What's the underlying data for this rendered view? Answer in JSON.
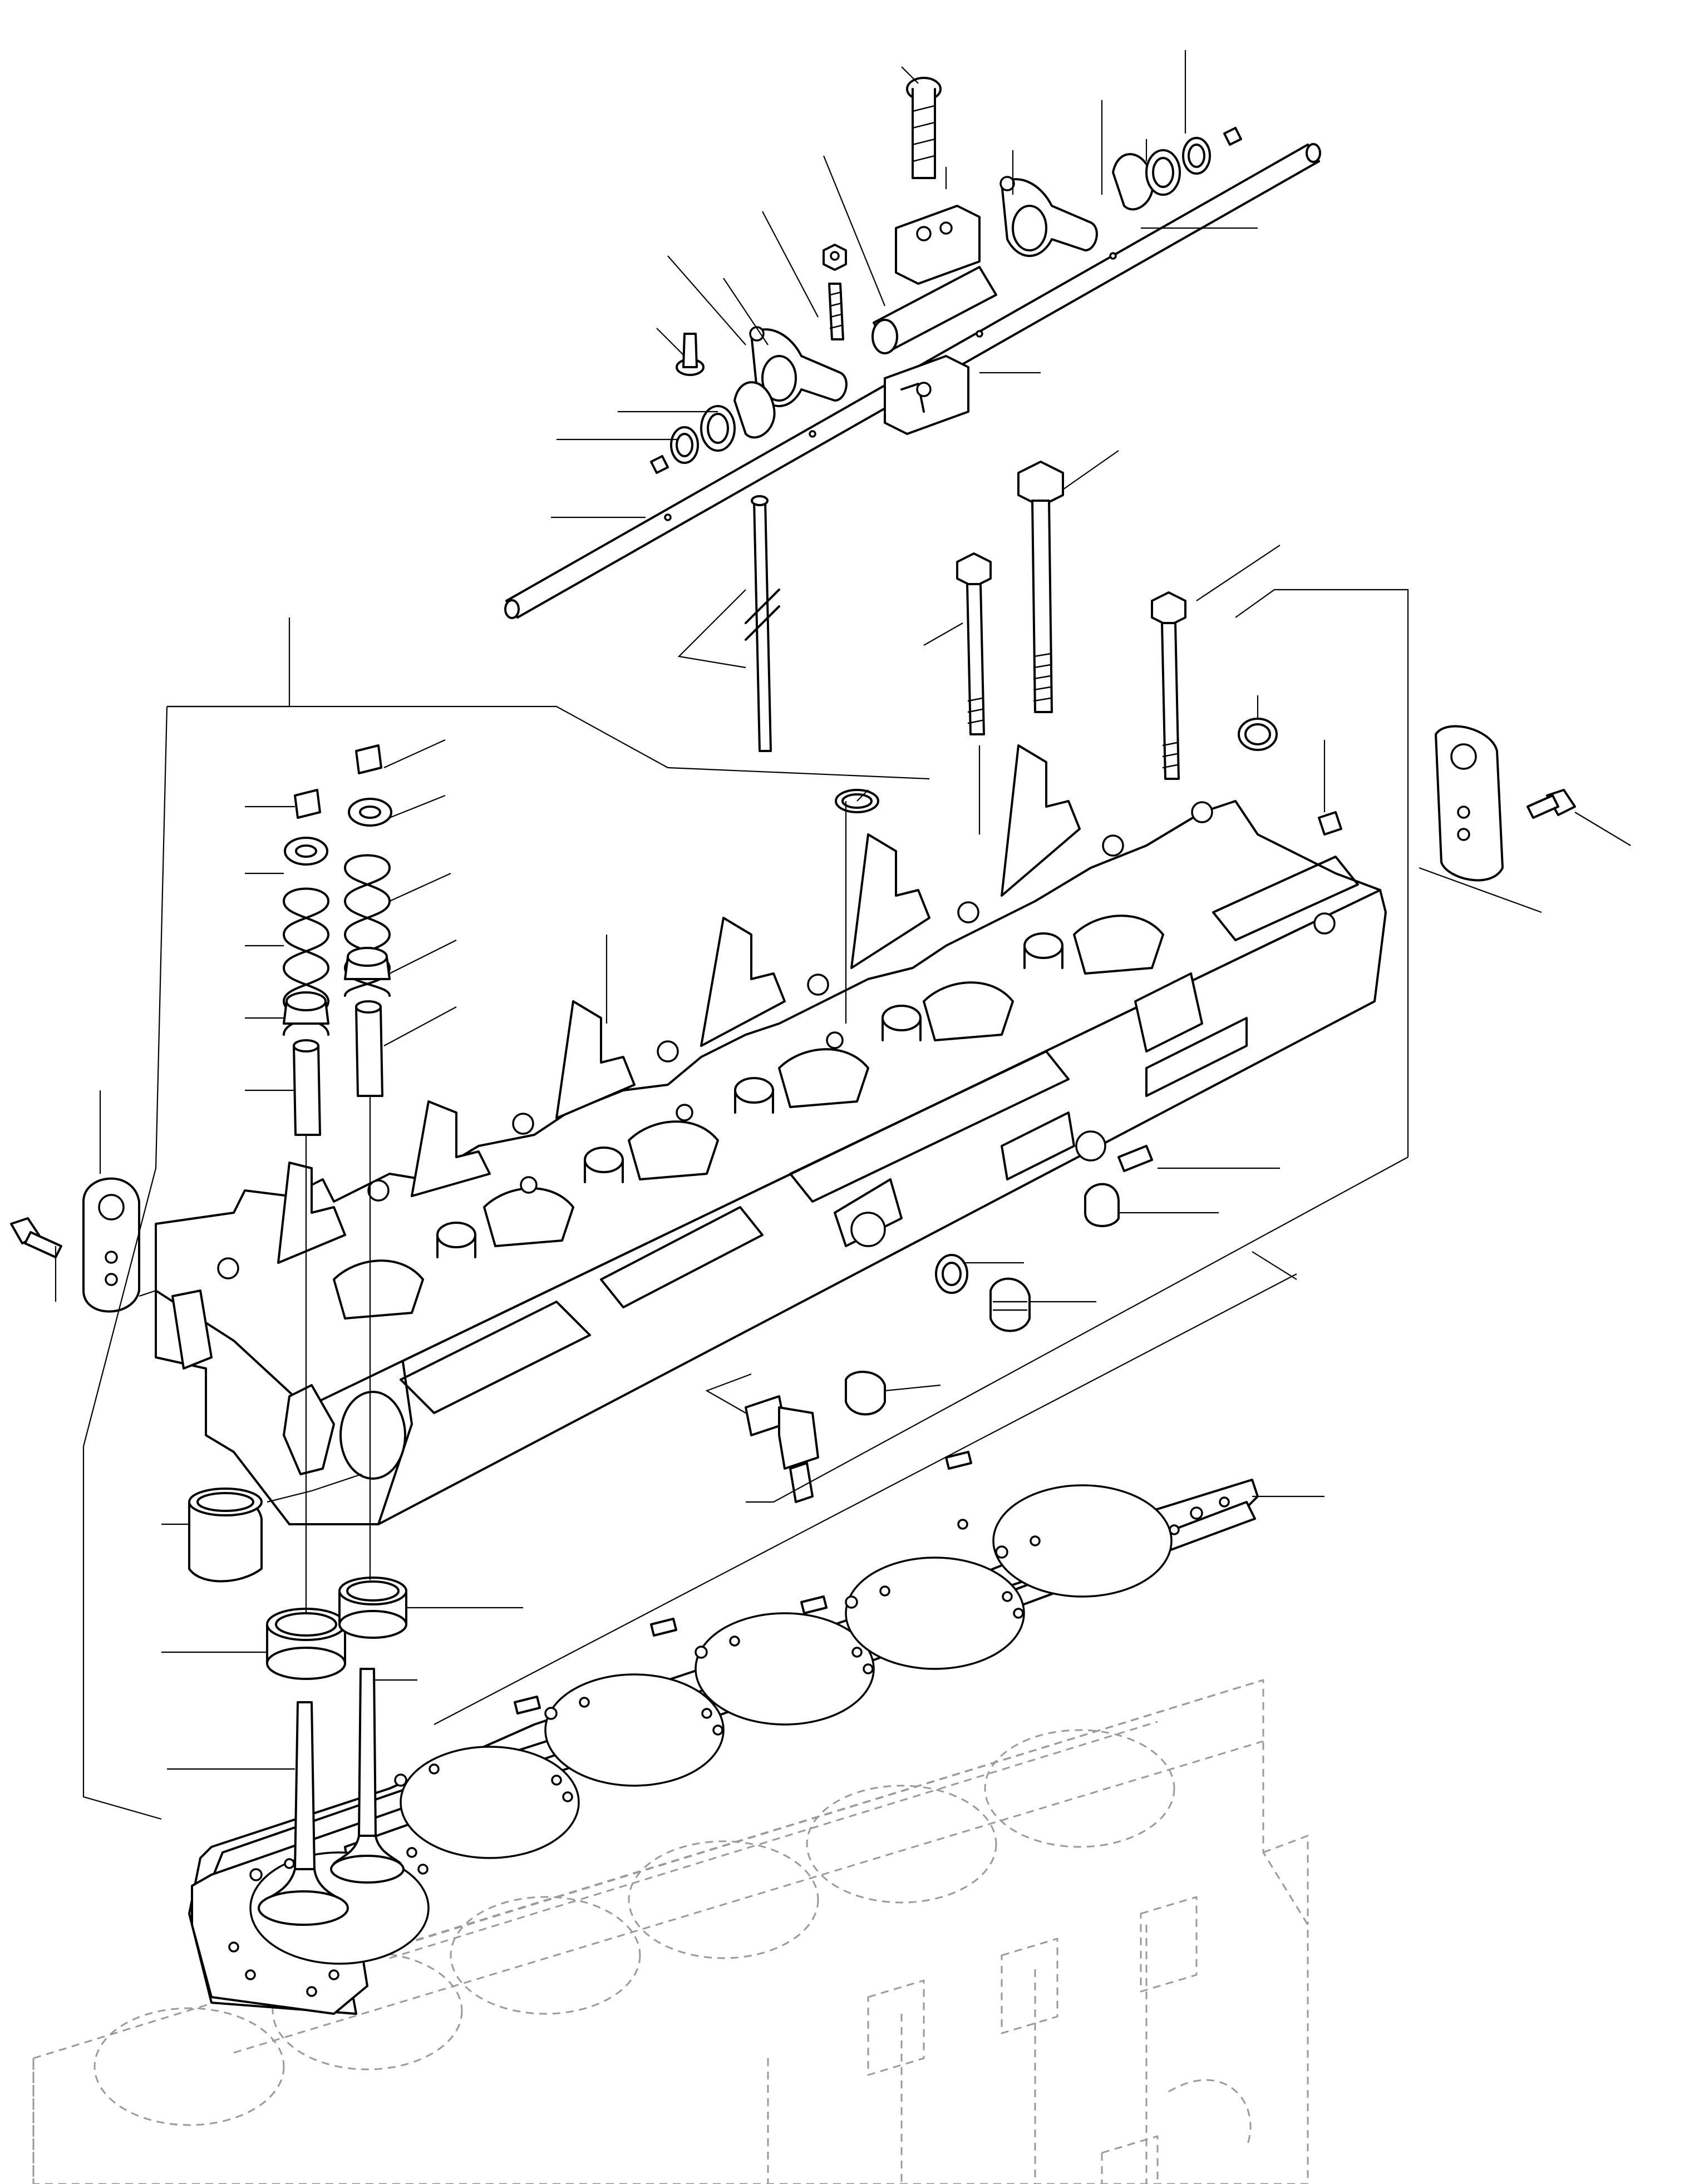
{
  "diagram": {
    "parts": [
      "rocker-shaft-bolt",
      "rocker-shaft-bracket-rear",
      "rocker-shaft-bracket-front",
      "rocker-arm-exhaust",
      "rocker-arm-intake",
      "spacer-spring",
      "washer",
      "snap-ring",
      "plug",
      "rocker-shaft",
      "adjusting-screw",
      "lock-nut",
      "push-rod",
      "cylinder-head-bolt-long",
      "cylinder-head-bolt-short",
      "cylinder-head",
      "valve-stem-seal",
      "valve-spring-retainer",
      "valve-spring",
      "valve-spring-seat",
      "valve-guide",
      "valve-collet",
      "injector-sleeve",
      "expansion-plug",
      "lifting-eye-front",
      "lifting-eye-rear",
      "lifting-eye-bolt",
      "plug-with-gasket",
      "elbow-fitting",
      "set-screw",
      "valve-seat-insert-intake",
      "valve-seat-insert-exhaust",
      "intake-valve",
      "exhaust-valve",
      "head-gasket",
      "cylinder-block"
    ]
  }
}
